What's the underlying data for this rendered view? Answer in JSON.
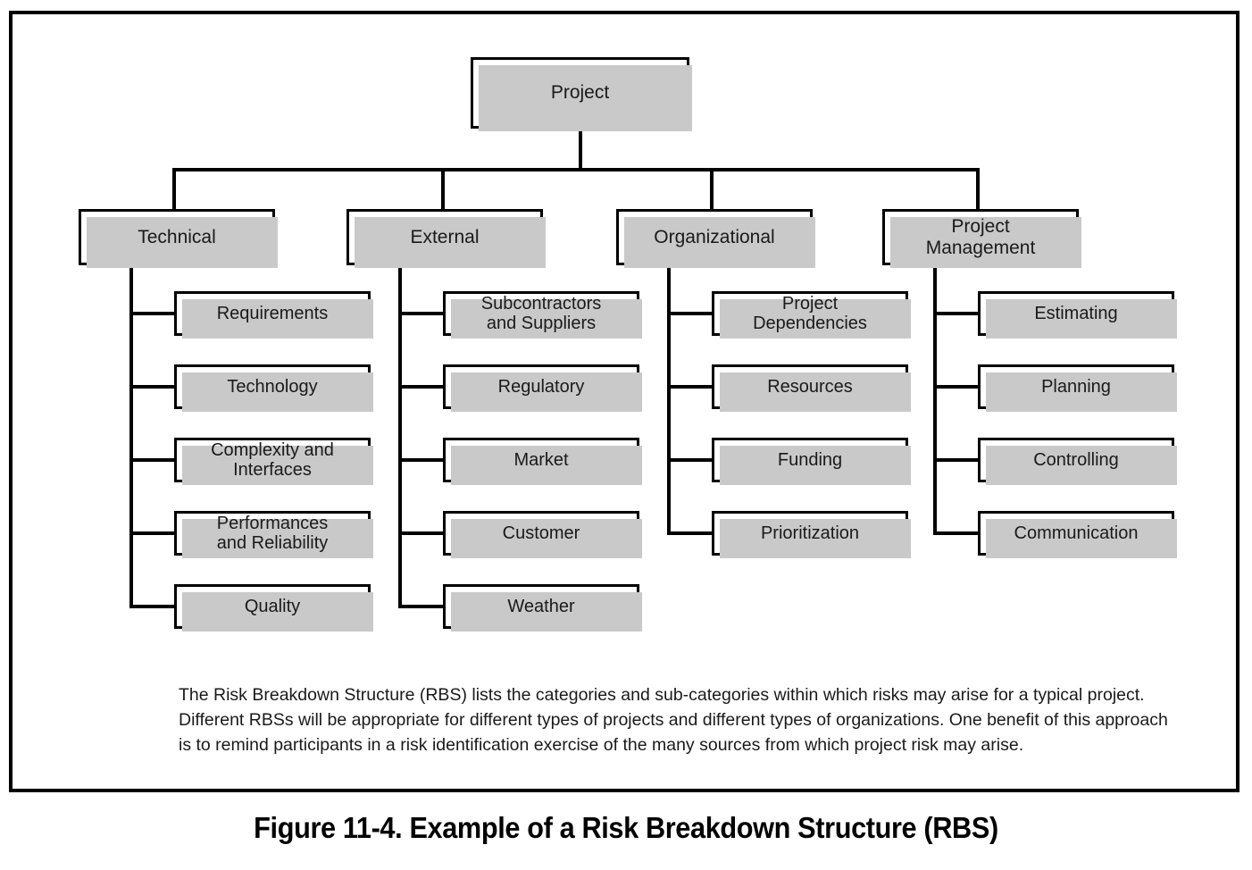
{
  "figure": {
    "caption": "Figure 11-4. Example of a Risk Breakdown Structure (RBS)",
    "description": "The Risk Breakdown Structure (RBS) lists the categories and sub-categories within which risks may arise for a typical project. Different RBSs will be appropriate for different types of projects and different types of organizations. One benefit of this approach is to remind participants in a risk identification exercise of the many sources from which project risk may arise."
  },
  "colors": {
    "line": "#000000",
    "box_fill": "#ffffff",
    "box_border": "#000000",
    "shadow": "#c9c9c9",
    "text": "#1a1a1a",
    "page_background": "#ffffff"
  },
  "chart_data": {
    "type": "diagram",
    "title": "Example of a Risk Breakdown Structure (RBS)",
    "root": "Project",
    "categories": [
      {
        "label": "Technical",
        "children": [
          "Requirements",
          "Technology",
          "Complexity and\nInterfaces",
          "Performances\nand Reliability",
          "Quality"
        ]
      },
      {
        "label": "External",
        "children": [
          "Subcontractors\nand Suppliers",
          "Regulatory",
          "Market",
          "Customer",
          "Weather"
        ]
      },
      {
        "label": "Organizational",
        "children": [
          "Project\nDependencies",
          "Resources",
          "Funding",
          "Prioritization"
        ]
      },
      {
        "label": "Project\nManagement",
        "children": [
          "Estimating",
          "Planning",
          "Controlling",
          "Communication"
        ]
      }
    ]
  },
  "tree": {
    "root": {
      "label": "Project"
    },
    "branches": [
      {
        "label": "Technical",
        "leaves": [
          {
            "label": "Requirements"
          },
          {
            "label": "Technology"
          },
          {
            "label": "Complexity and\nInterfaces"
          },
          {
            "label": "Performances\nand Reliability"
          },
          {
            "label": "Quality"
          }
        ]
      },
      {
        "label": "External",
        "leaves": [
          {
            "label": "Subcontractors\nand Suppliers"
          },
          {
            "label": "Regulatory"
          },
          {
            "label": "Market"
          },
          {
            "label": "Customer"
          },
          {
            "label": "Weather"
          }
        ]
      },
      {
        "label": "Organizational",
        "leaves": [
          {
            "label": "Project\nDependencies"
          },
          {
            "label": "Resources"
          },
          {
            "label": "Funding"
          },
          {
            "label": "Prioritization"
          }
        ]
      },
      {
        "label": "Project\nManagement",
        "leaves": [
          {
            "label": "Estimating"
          },
          {
            "label": "Planning"
          },
          {
            "label": "Controlling"
          },
          {
            "label": "Communication"
          }
        ]
      }
    ]
  }
}
